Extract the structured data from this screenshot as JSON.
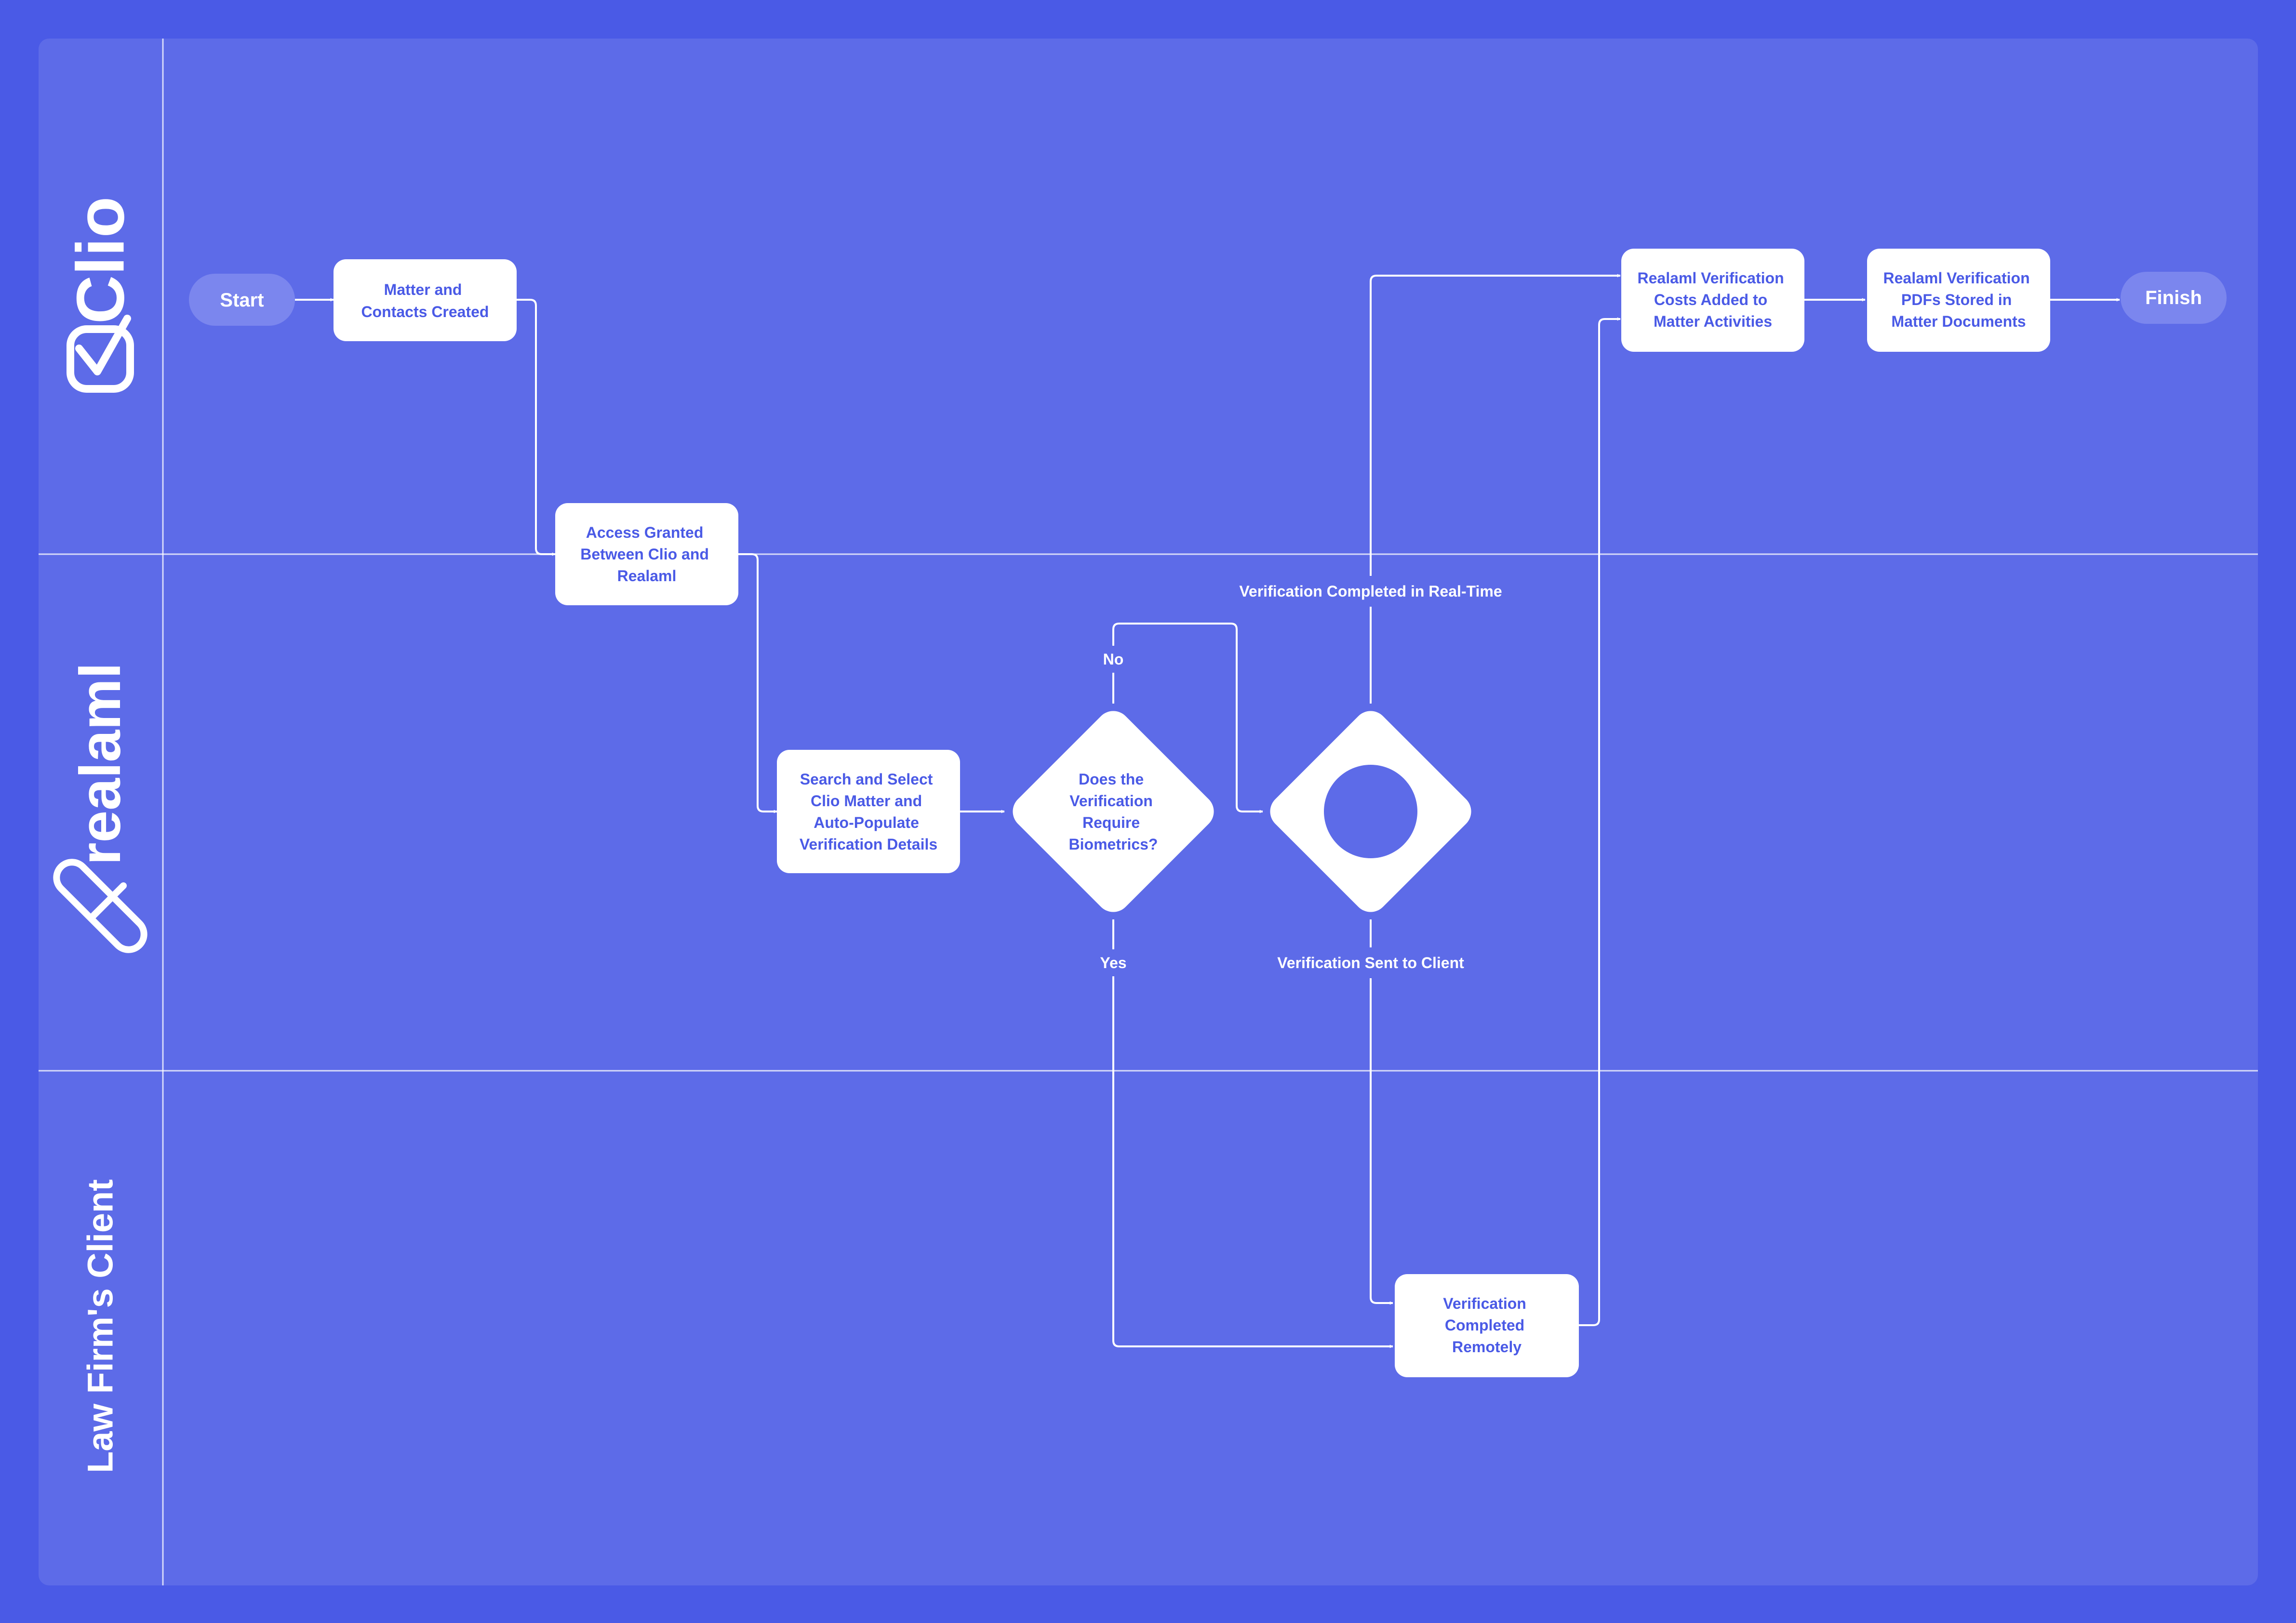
{
  "colors": {
    "background": "#4a5ae6",
    "panel": "#5d6be8",
    "node_fill": "#ffffff",
    "node_text": "#4a5ae6",
    "terminal_fill": "#7b86ee",
    "line": "#ffffff"
  },
  "lanes": {
    "clio": {
      "label": "Clio",
      "icon": "clio-logo-icon"
    },
    "realaml": {
      "label": "realaml",
      "icon": "realaml-logo-icon"
    },
    "client": {
      "label": "Law Firm's Client"
    }
  },
  "nodes": {
    "start": "Start",
    "matter_created": [
      "Matter and",
      "Contacts Created"
    ],
    "access_granted": [
      "Access Granted",
      "Between Clio and",
      "Realaml"
    ],
    "search_select": [
      "Search and Select",
      "Clio Matter and",
      "Auto-Populate",
      "Verification Details"
    ],
    "biometrics_decision": [
      "Does the",
      "Verification",
      "Require",
      "Biometrics?"
    ],
    "costs_added": [
      "Realaml Verification",
      "Costs Added to",
      "Matter Activities"
    ],
    "pdfs_stored": [
      "Realaml Verification",
      "PDFs Stored in",
      "Matter Documents"
    ],
    "finish": "Finish",
    "completed_remotely": [
      "Verification",
      "Completed",
      "Remotely"
    ]
  },
  "edge_labels": {
    "no": "No",
    "yes": "Yes",
    "real_time": "Verification Completed in Real-Time",
    "sent_to_client": "Verification Sent to Client"
  }
}
